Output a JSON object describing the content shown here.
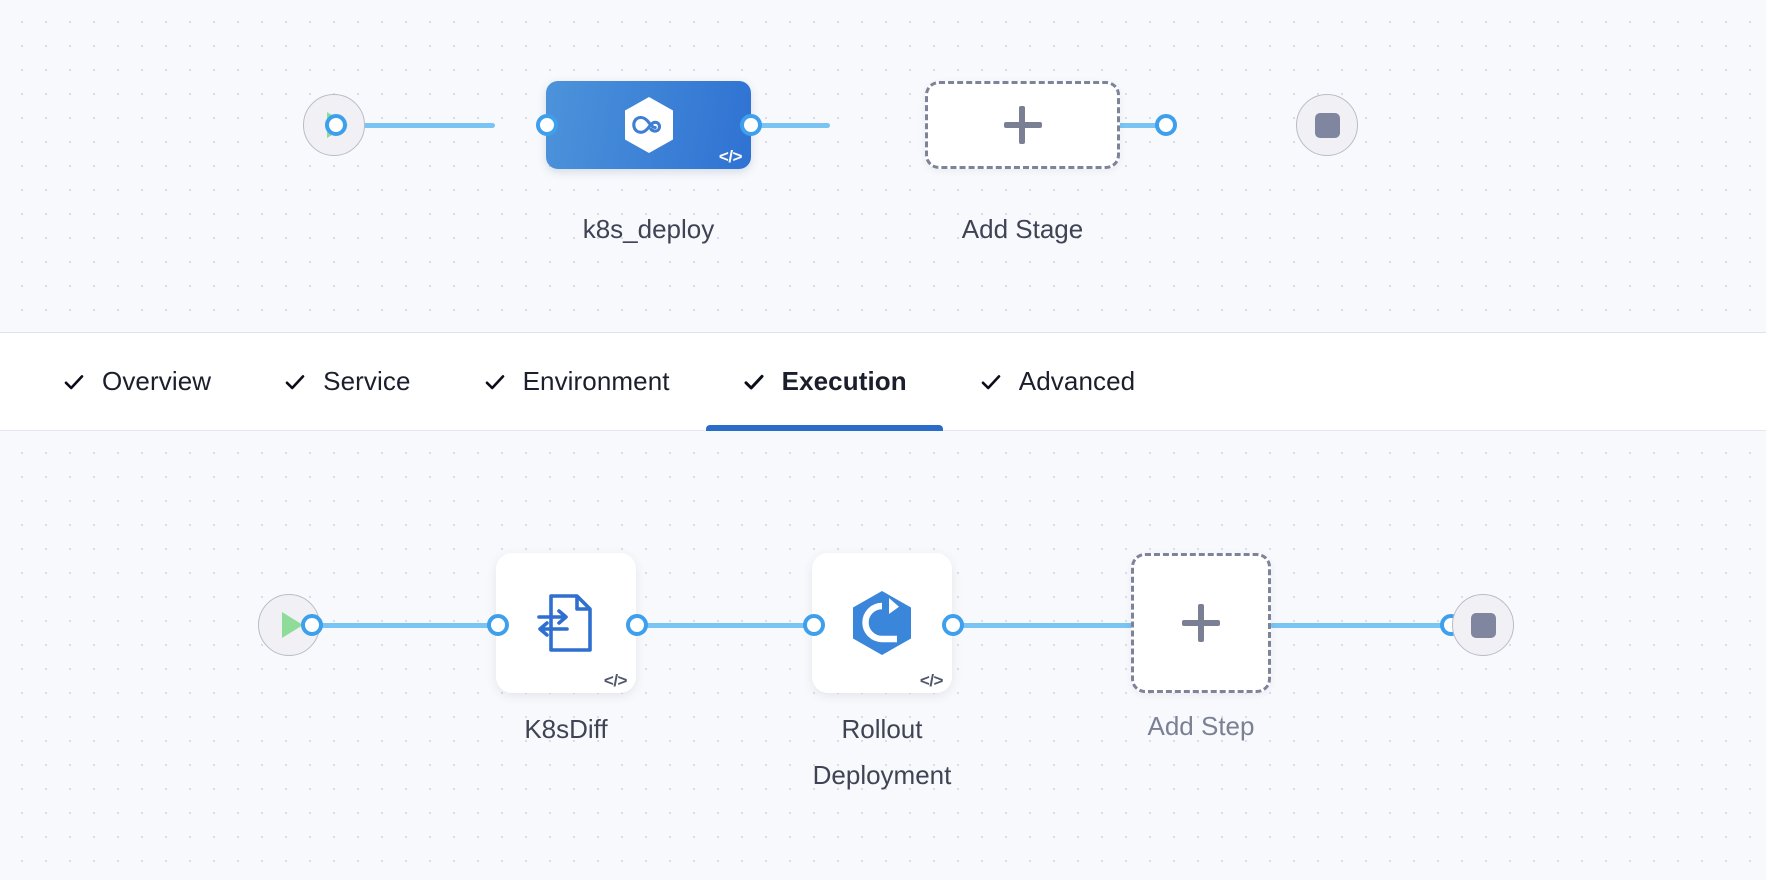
{
  "pipeline_canvas": {
    "start_node": {
      "name": "start-node",
      "icon": "play-icon"
    },
    "end_node": {
      "name": "end-node",
      "icon": "stop-icon"
    },
    "stages": [
      {
        "label": "k8s_deploy",
        "icon": "harness-hexagon-icon",
        "badge": "</>",
        "type": "deploy-stage",
        "selected": true
      },
      {
        "label": "Add Stage",
        "icon": "plus-icon",
        "type": "add-stage"
      }
    ]
  },
  "tabs": [
    {
      "label": "Overview",
      "icon": "check-icon",
      "active": false
    },
    {
      "label": "Service",
      "icon": "check-icon",
      "active": false
    },
    {
      "label": "Environment",
      "icon": "check-icon",
      "active": false
    },
    {
      "label": "Execution",
      "icon": "check-icon",
      "active": true
    },
    {
      "label": "Advanced",
      "icon": "check-icon",
      "active": false
    }
  ],
  "execution_canvas": {
    "start_node": {
      "name": "start-node",
      "icon": "play-icon"
    },
    "end_node": {
      "name": "end-node",
      "icon": "stop-icon"
    },
    "steps": [
      {
        "label": "K8sDiff",
        "icon": "k8s-diff-document-icon",
        "badge": "</>",
        "type": "step"
      },
      {
        "label": "Rollout\nDeployment",
        "icon": "rollout-deployment-hexagon-icon",
        "badge": "</>",
        "type": "step"
      },
      {
        "label": "Add Step",
        "icon": "plus-icon",
        "type": "add-step"
      }
    ]
  },
  "colors": {
    "canvas_bg": "#f7f9fc",
    "edge": "#79c4f2",
    "port_stroke": "#3ea0ec",
    "stage_fill_from": "#4c93da",
    "stage_fill_to": "#2f72d3",
    "active_tab_underline": "#2a6dc9",
    "icon_blue": "#2f6fd0",
    "play_green": "#8fdc9a",
    "stop_gray": "#8186a0",
    "dashed_border": "#7e8399"
  }
}
